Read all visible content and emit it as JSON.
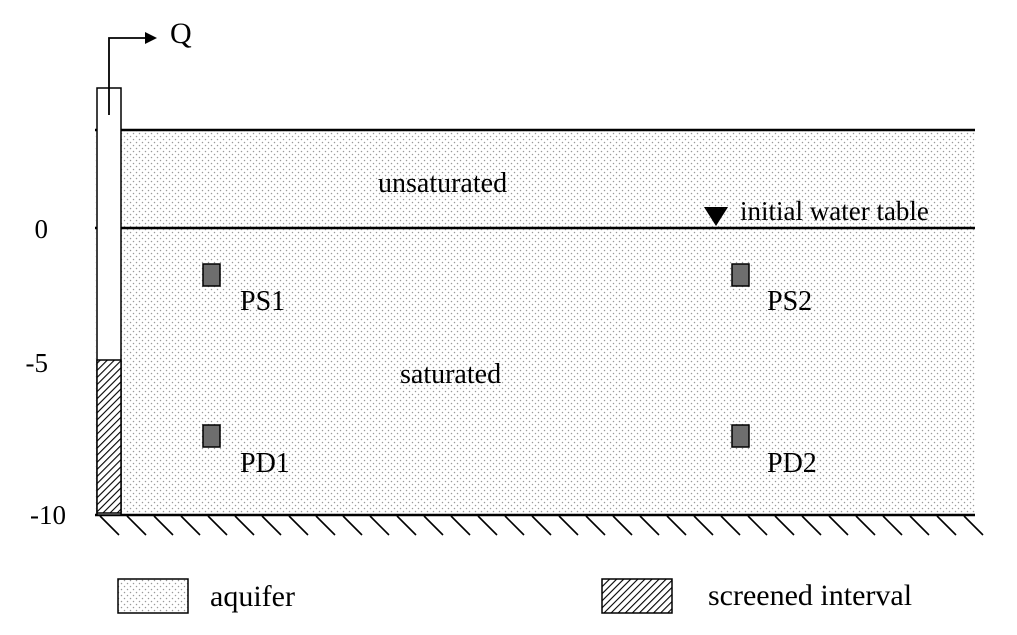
{
  "diagram": {
    "flow_label": "Q",
    "zone_unsaturated": "unsaturated",
    "zone_saturated": "saturated",
    "water_table_label": "initial water table",
    "depth_ticks": [
      "0",
      "-5",
      "-10"
    ],
    "piezometers": [
      "PS1",
      "PS2",
      "PD1",
      "PD2"
    ]
  },
  "legend": {
    "aquifer": "aquifer",
    "screened_interval": "screened interval"
  },
  "colors": {
    "piezometer_fill": "#6e6e6e",
    "line": "#000000",
    "dot": "#9a9a9a"
  }
}
